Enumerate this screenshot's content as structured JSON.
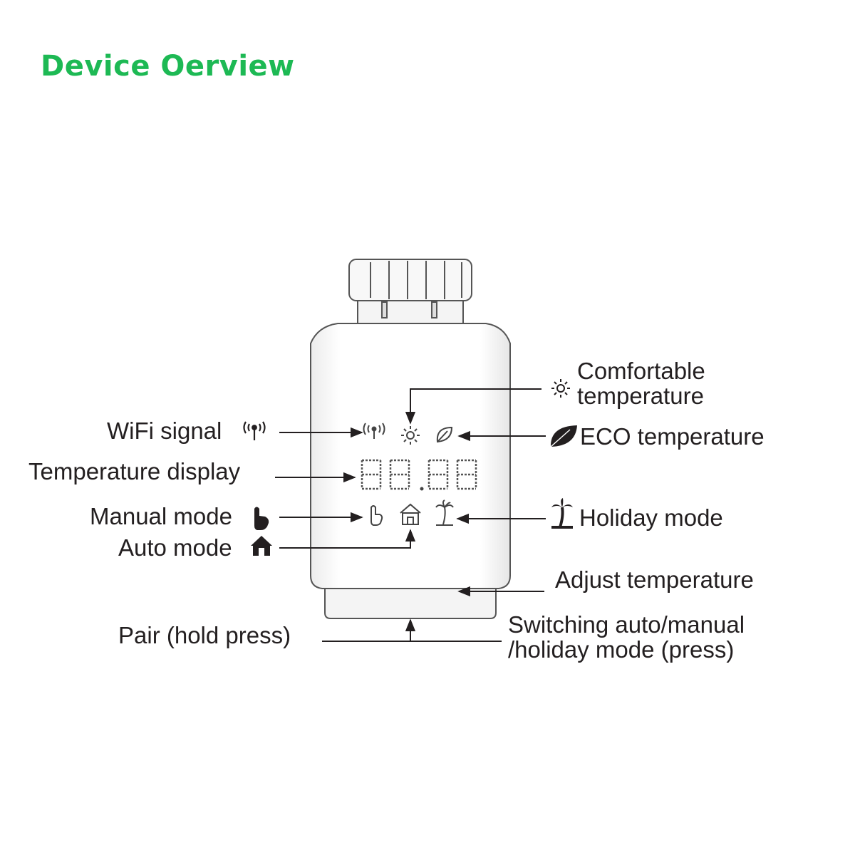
{
  "title": "Device Oerview",
  "title_color": "#1db954",
  "line_color": "#231f20",
  "display_digits": "88.88",
  "labels": {
    "wifi_signal": "WiFi signal",
    "temperature_display": "Temperature display",
    "manual_mode": "Manual mode",
    "auto_mode": "Auto mode",
    "pair": "Pair (hold press)",
    "comfortable_line1": "Comfortable",
    "comfortable_line2": "temperature",
    "eco_temperature": "ECO temperature",
    "holiday_mode": "Holiday mode",
    "adjust_temperature": "Adjust temperature",
    "switching_line1": "Switching auto/manual",
    "switching_line2": "/holiday mode (press)"
  },
  "icons": [
    "wifi-signal-icon",
    "sun-icon",
    "leaf-icon",
    "hand-icon",
    "house-icon",
    "palm-tree-icon"
  ]
}
